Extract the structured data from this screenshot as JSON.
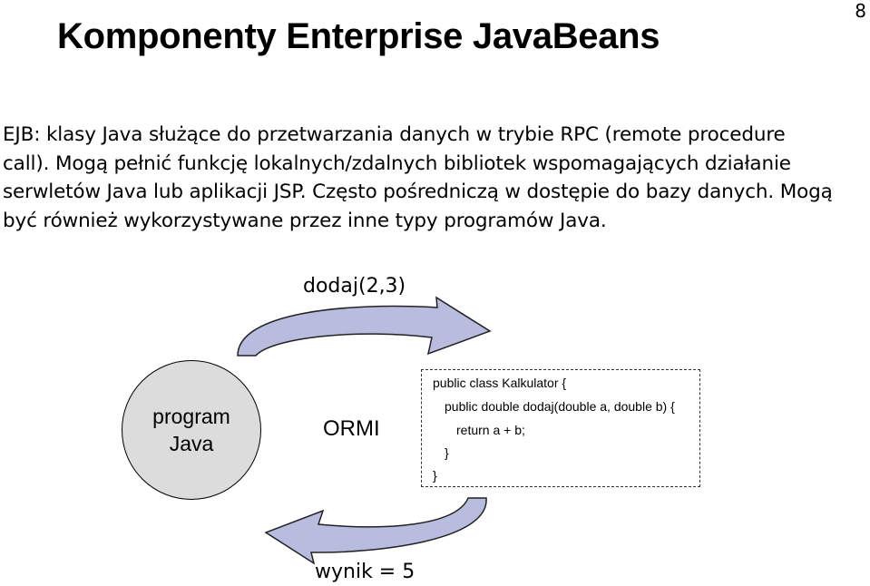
{
  "slide": {
    "page_number": "8",
    "title": "Komponenty Enterprise JavaBeans",
    "body": "EJB: klasy Java służące do przetwarzania danych w trybie RPC (remote procedure call). Mogą pełnić funkcję lokalnych/zdalnych bibliotek wspomagających działanie serwletów Java lub aplikacji JSP. Często pośredniczą w dostępie do bazy danych. Mogą być również wykorzystywane przez inne typy programów Java."
  },
  "diagram": {
    "call_label": "dodaj(2,3)",
    "result_label": "wynik = 5",
    "middleware_label": "ORMI",
    "client": {
      "line1": "program",
      "line2": "Java"
    },
    "code": {
      "line1": "public class Kalkulator {",
      "line2": "public double dodaj(double a, double b) {",
      "line3": "return a + b;",
      "line4": "}",
      "line5": "}"
    },
    "arrow_fill": "#b8bde0"
  }
}
